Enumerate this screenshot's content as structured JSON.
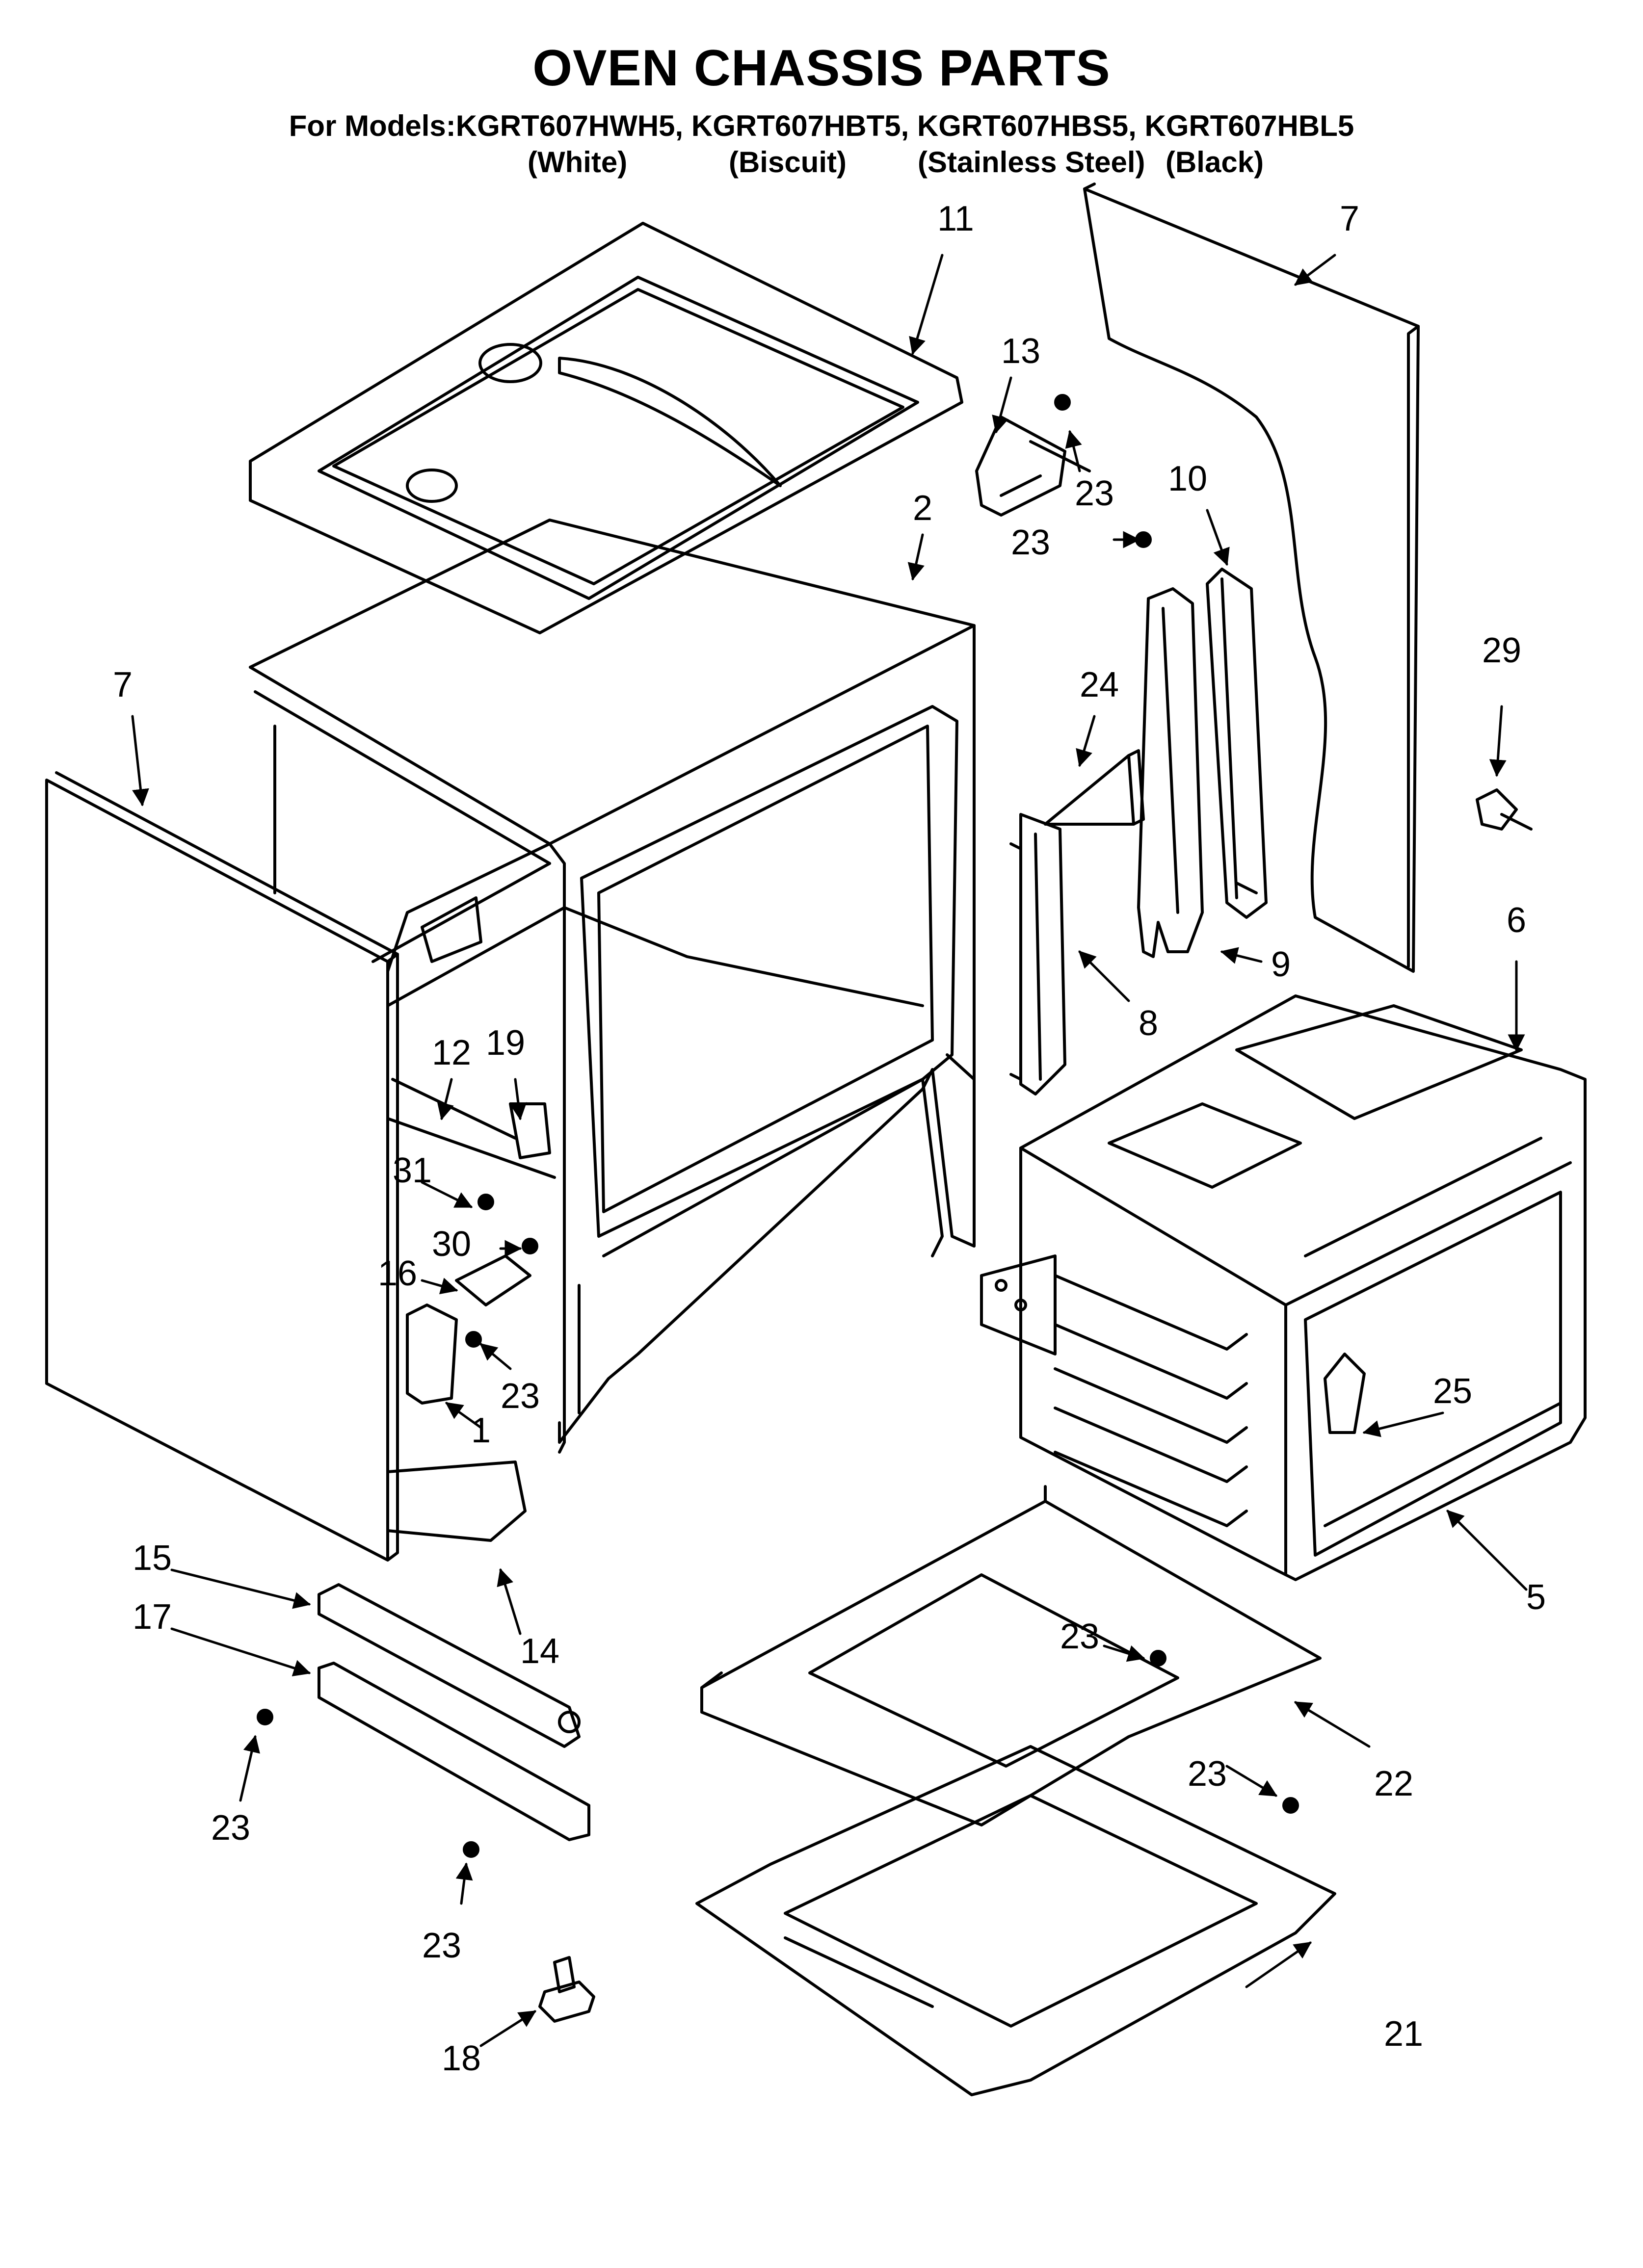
{
  "title": "OVEN CHASSIS PARTS",
  "models_line": "For Models:KGRT607HWH5, KGRT607HBT5, KGRT607HBS5, KGRT607HBL5",
  "finishes": [
    "(White)",
    "(Biscuit)",
    "(Stainless Steel)",
    "(Black)"
  ],
  "callouts": [
    "11",
    "7",
    "13",
    "23",
    "10",
    "2",
    "23",
    "29",
    "7",
    "24",
    "9",
    "8",
    "6",
    "12",
    "19",
    "31",
    "30",
    "16",
    "23",
    "1",
    "25",
    "5",
    "15",
    "14",
    "17",
    "23",
    "22",
    "23",
    "23",
    "21",
    "23",
    "18"
  ]
}
